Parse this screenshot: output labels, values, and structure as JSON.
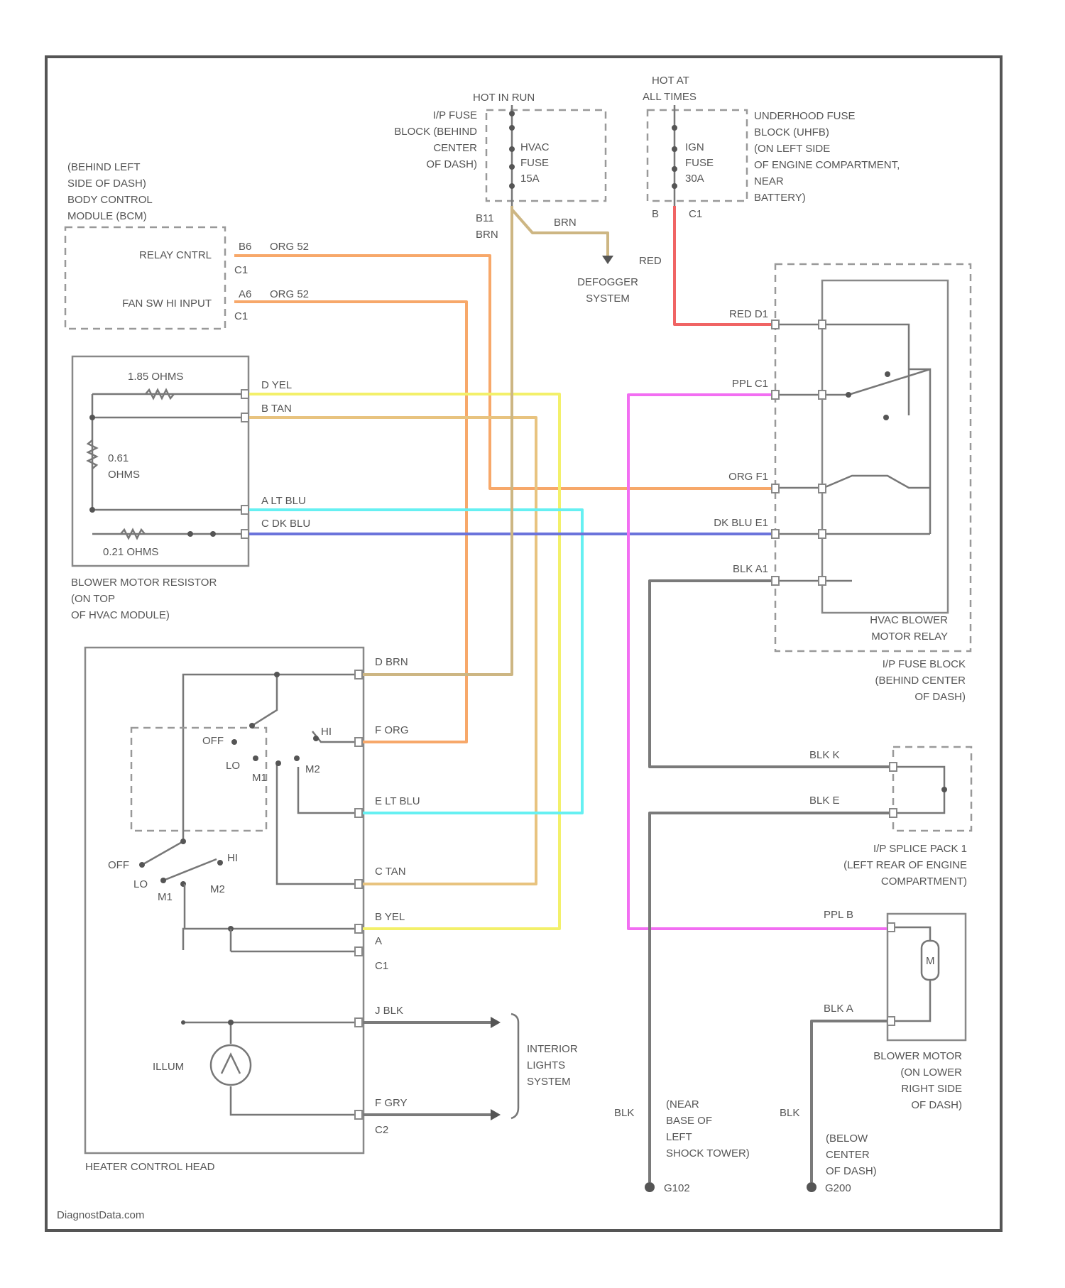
{
  "colors": {
    "orange": "#f7a86a",
    "yellow": "#f3f06a",
    "tan": "#e8c37f",
    "cyan": "#66f0f2",
    "blue": "#6b73db",
    "red": "#f06464",
    "pink": "#f26ef2",
    "brown": "#cdb683",
    "black": "#7a7a7a",
    "gray": "#7a7a7a"
  },
  "labels": {
    "hot_in_run": "HOT IN RUN",
    "ip_fuse_block": [
      "I/P FUSE",
      "BLOCK (BEHIND",
      "CENTER",
      "OF DASH)"
    ],
    "fuse_hvac": [
      "HVAC",
      "FUSE",
      "15A"
    ],
    "hot_at_all_times": [
      "HOT AT",
      "ALL TIMES"
    ],
    "fuse_ign": [
      "IGN",
      "FUSE",
      "30A"
    ],
    "underhood_fuse": [
      "UNDERHOOD FUSE",
      "BLOCK (UHFB)",
      "(ON LEFT SIDE",
      "OF ENGINE COMPARTMENT,",
      "NEAR",
      "BATTERY)"
    ],
    "bcm": [
      "(BEHIND LEFT",
      "SIDE OF DASH)",
      "BODY CONTROL",
      "MODULE (BCM)"
    ],
    "relay_ctrl": "RELAY CNTRL",
    "fan_sw_input": "FAN SW HI INPUT",
    "pin_b6": "B6",
    "pin_a6": "A6",
    "conn_c1": "C1",
    "conn_c2": "C2",
    "wire_org_52": "ORG 52",
    "wire_org_62": "ORG 52",
    "pin_b11": "B11",
    "wire_brn": "BRN",
    "pin_b": "B",
    "pin_c1b": "C1",
    "defogger": [
      "DEFOGGER",
      "SYSTEM"
    ],
    "red": "RED",
    "red_d1": "RED  D1",
    "ppl_c1": "PPL  C1",
    "org_f1": "ORG  F1",
    "dkblu_e1": "DK BLU  E1",
    "blk_a1": "BLK  A1",
    "ohms_185": "1.85 OHMS",
    "ohms_061": [
      "0.61",
      "OHMS"
    ],
    "ohms_021": "0.21 OHMS",
    "res_d_yel": "D   YEL",
    "res_b_tan": "B   TAN",
    "res_a_ltblu": "A   LT BLU",
    "res_c_dkblu": "C   DK BLU",
    "blower_resistor": [
      "BLOWER MOTOR RESISTOR",
      "(ON TOP",
      "OF HVAC MODULE)"
    ],
    "hvac_relay": [
      "HVAC BLOWER",
      "MOTOR RELAY"
    ],
    "ip_fuse_block2": [
      "I/P FUSE BLOCK",
      "(BEHIND CENTER",
      "OF DASH)"
    ],
    "hch_d_brn": "D   BRN",
    "hch_f_org": "F   ORG",
    "hch_e_ltblu": "E   LT BLU",
    "hch_c_tan": "C   TAN",
    "hch_b_yel": "B   YEL",
    "hch_a": "A",
    "hch_j_blk": "J   BLK",
    "hch_f_gry": "F   GRY",
    "sw_off": "OFF",
    "sw_hi": "HI",
    "sw_lo": "LO",
    "sw_m1": "M1",
    "sw_m2": "M2",
    "illum": "ILLUM",
    "heater_control_head": "HEATER CONTROL HEAD",
    "interior_lights": [
      "INTERIOR",
      "LIGHTS",
      "SYSTEM"
    ],
    "splice_blk_k": "BLK     K",
    "splice_blk_e": "BLK     E",
    "splice_pack": [
      "I/P SPLICE PACK 1",
      "(LEFT REAR OF ENGINE",
      "COMPARTMENT)"
    ],
    "motor_ppl_b": "PPL     B",
    "motor_blk_a": "BLK     A",
    "motor_m": "M",
    "blower_motor": [
      "BLOWER MOTOR",
      "(ON LOWER",
      "RIGHT SIDE",
      "OF DASH)"
    ],
    "ground_blk1": "BLK",
    "ground_blk2": "BLK",
    "ground1_loc": [
      "(NEAR",
      "BASE OF",
      "LEFT",
      "SHOCK TOWER)"
    ],
    "ground2_loc": [
      "(BELOW",
      "CENTER",
      "OF DASH)"
    ],
    "g102": "G102",
    "g200": "G200",
    "watermark": "DiagnostData.com"
  }
}
